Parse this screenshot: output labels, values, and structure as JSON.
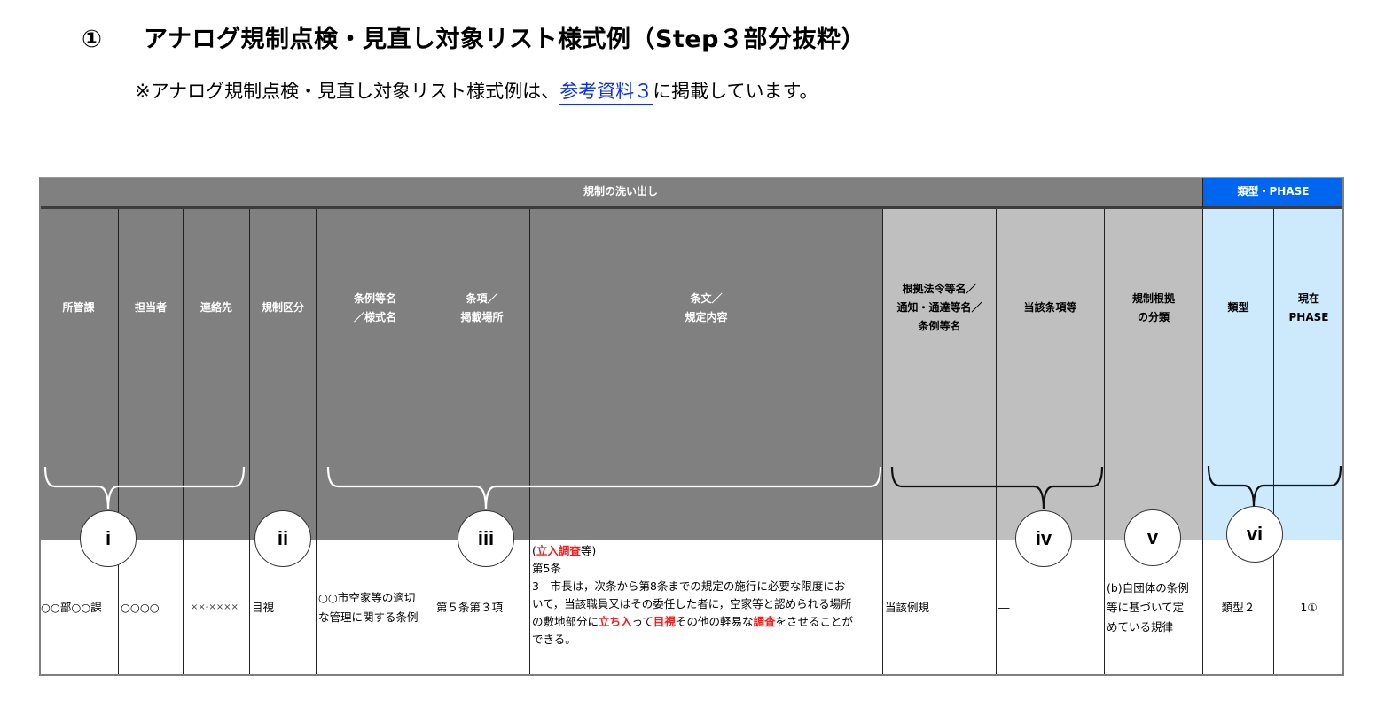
{
  "page": {
    "title_number": "①",
    "title": "アナログ規制点検・見直し対象リスト様式例（Step３部分抜粋）",
    "note_prefix": "※アナログ規制点検・見直し対象リスト様式例は、",
    "note_link": "参考資料３",
    "note_suffix": "に掲載しています。"
  },
  "colors": {
    "header_dark": "#808080",
    "header_light": "#bfbfbf",
    "header_blue_band": "#0066f0",
    "header_blue_light": "#cdeafd",
    "highlight_red": "#ff1a1a",
    "link": "#0b2ff0"
  },
  "table": {
    "band_main": "規制の洗い出し",
    "band_type": "類型・PHASE",
    "headers": [
      {
        "line1": "所管課",
        "line2": "",
        "line3": ""
      },
      {
        "line1": "担当者",
        "line2": "",
        "line3": ""
      },
      {
        "line1": "連絡先",
        "line2": "",
        "line3": ""
      },
      {
        "line1": "規制区分",
        "line2": "",
        "line3": ""
      },
      {
        "line1": "条例等名",
        "line2": "／様式名",
        "line3": ""
      },
      {
        "line1": "条項／",
        "line2": "掲載場所",
        "line3": ""
      },
      {
        "line1": "条文／",
        "line2": "規定内容",
        "line3": ""
      },
      {
        "line1": "根拠法令等名／",
        "line2": "通知・通達等名／",
        "line3": "条例等名"
      },
      {
        "line1": "当該条項等",
        "line2": "",
        "line3": ""
      },
      {
        "line1": "規制根拠",
        "line2": "の分類",
        "line3": ""
      },
      {
        "line1": "類型",
        "line2": "",
        "line3": ""
      },
      {
        "line1": "現在",
        "line2": "PHASE",
        "line3": ""
      }
    ],
    "row": {
      "department": "○○部○○課",
      "person": "○○○○",
      "contact": "××-××××",
      "category": "目視",
      "ordinance_line1": "○○市空家等の適切",
      "ordinance_line2": "な管理に関する条例",
      "clause": "第５条第３項",
      "article": {
        "paren_open": "(",
        "heading_red": "立入調査",
        "heading_rest": "等)",
        "article_no": "第5条",
        "p1": "3　市長は，次条から第8条までの規定の施行に必要な限度にお",
        "p2": "いて，当該職員又はその委任した者に，空家等と認められる場所",
        "p3_a": "の敷地部分に",
        "p3_red1": "立ち入",
        "p3_b": "って",
        "p3_red2": "目視",
        "p3_c": "その他の軽易な",
        "p3_red3": "調査",
        "p3_d": "をさせることが",
        "p4": "できる。"
      },
      "basis_law": "当該例規",
      "basis_clause": "―",
      "basis_class_line1": "(b)自団体の条例",
      "basis_class_line2": "等に基づいて定",
      "basis_class_line3": "めている規律",
      "type": "類型２",
      "phase": "1①"
    },
    "markers": [
      "i",
      "ii",
      "iii",
      "iv",
      "v",
      "vi"
    ]
  }
}
